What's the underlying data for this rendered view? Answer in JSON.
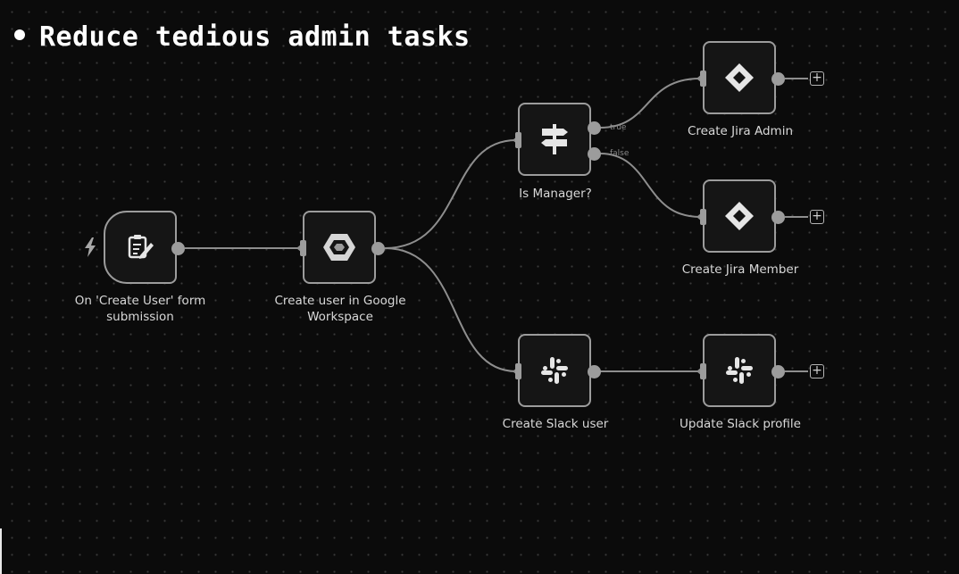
{
  "heading": "Reduce tedious admin tasks",
  "colors": {
    "background": "#0b0b0b",
    "node_border": "#9c9c9c",
    "node_fill": "#151515",
    "edge": "#8e8e8e",
    "text": "#d8d8d8"
  },
  "nodes": {
    "form_trigger": {
      "label": "On 'Create User' form submission",
      "icon": "form-pencil-icon"
    },
    "google_workspace": {
      "label": "Create user in Google Workspace",
      "icon": "google-workspace-icon"
    },
    "is_manager": {
      "label": "Is Manager?",
      "icon": "signpost-if-icon"
    },
    "jira_admin": {
      "label": "Create Jira Admin",
      "icon": "jira-icon"
    },
    "jira_member": {
      "label": "Create Jira Member",
      "icon": "jira-icon"
    },
    "slack_user": {
      "label": "Create Slack user",
      "icon": "slack-icon"
    },
    "slack_profile": {
      "label": "Update Slack profile",
      "icon": "slack-icon"
    }
  },
  "branches": {
    "true_label": "true",
    "false_label": "false"
  },
  "add_button_glyph": "+",
  "trigger_icon": "lightning-bolt-icon"
}
